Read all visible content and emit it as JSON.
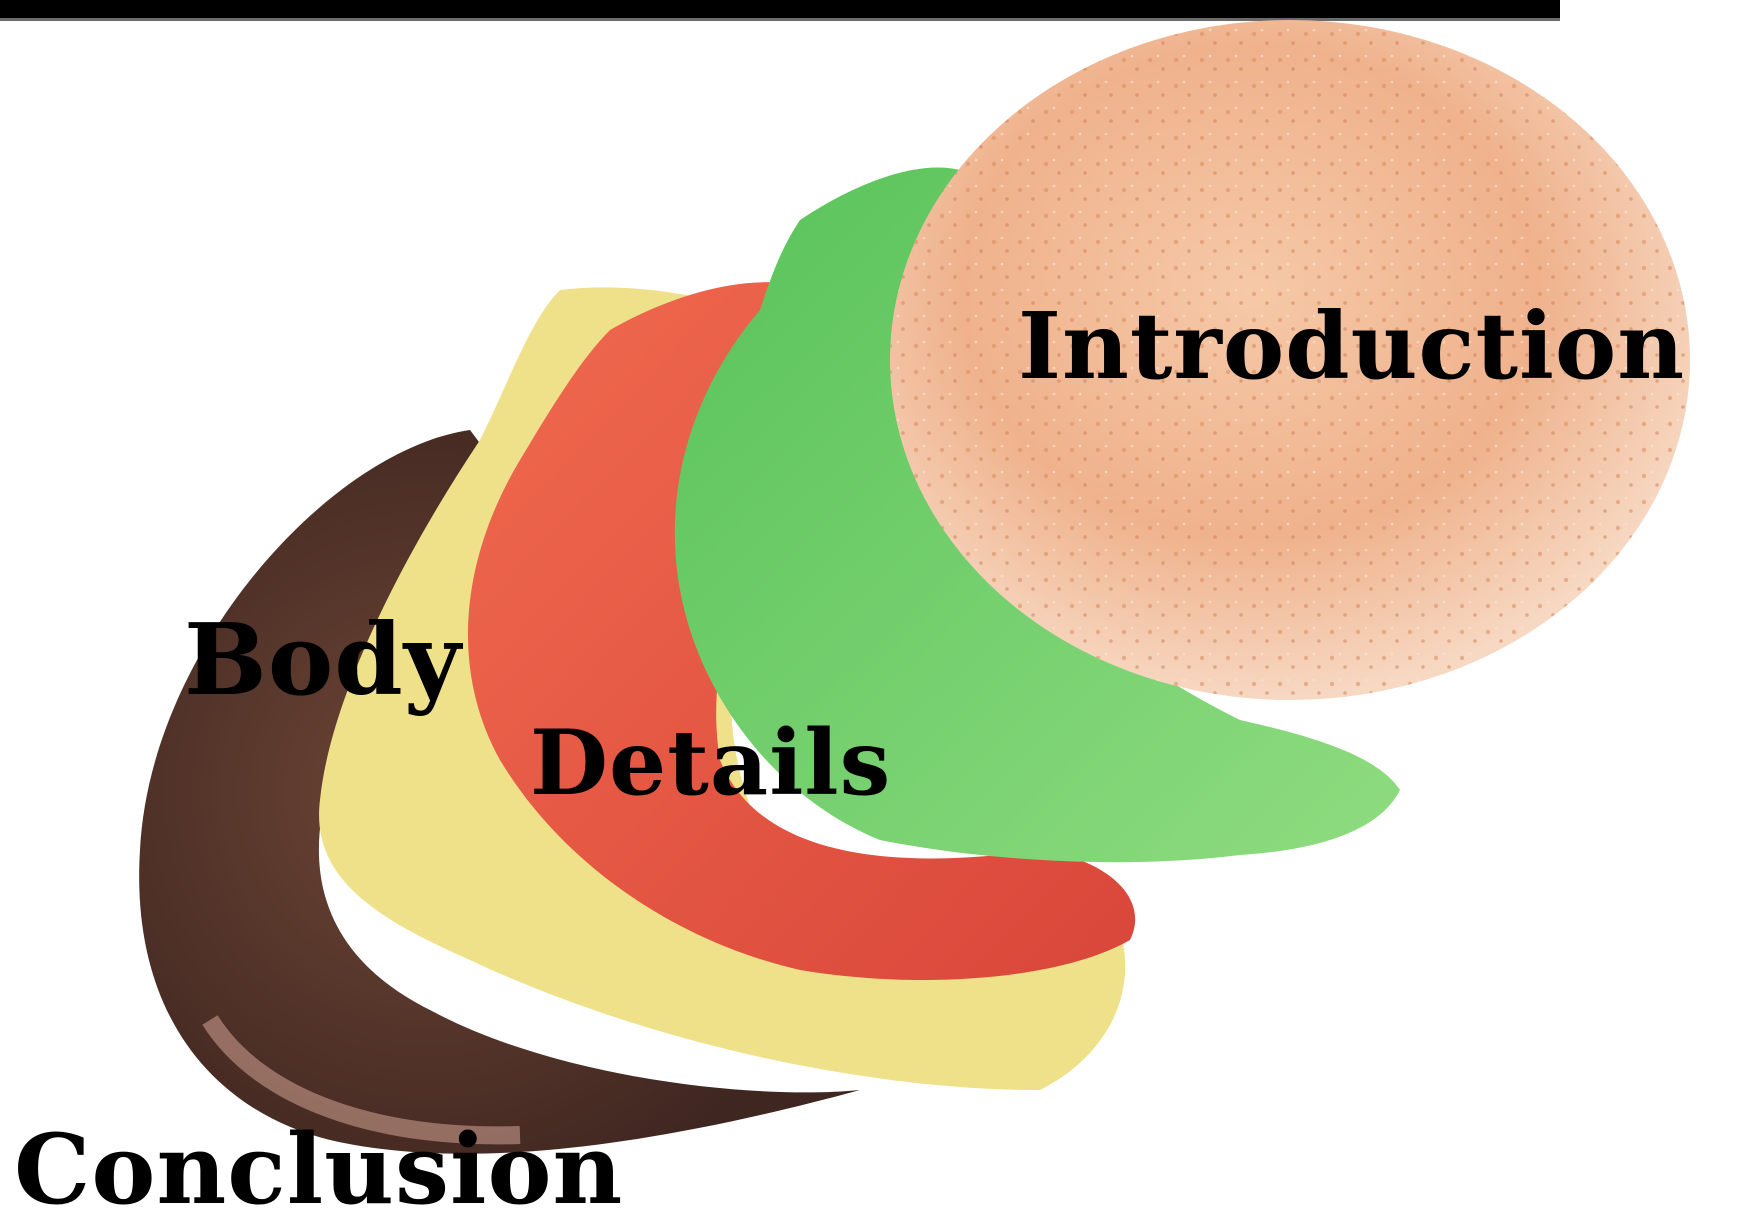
{
  "diagram": {
    "labels": {
      "introduction": "Introduction",
      "body": "Body",
      "details": "Details",
      "conclusion": "Conclusion"
    },
    "layers": [
      {
        "name": "top-bun",
        "label_key": "introduction",
        "color": "#f2b896"
      },
      {
        "name": "lettuce",
        "label_key": "details",
        "color": "#6cc866"
      },
      {
        "name": "tomato",
        "label_key": "details",
        "color": "#e85a42"
      },
      {
        "name": "cheese",
        "label_key": "body",
        "color": "#efe08a"
      },
      {
        "name": "patty",
        "label_key": "conclusion",
        "color": "#5a3a2c"
      }
    ]
  }
}
